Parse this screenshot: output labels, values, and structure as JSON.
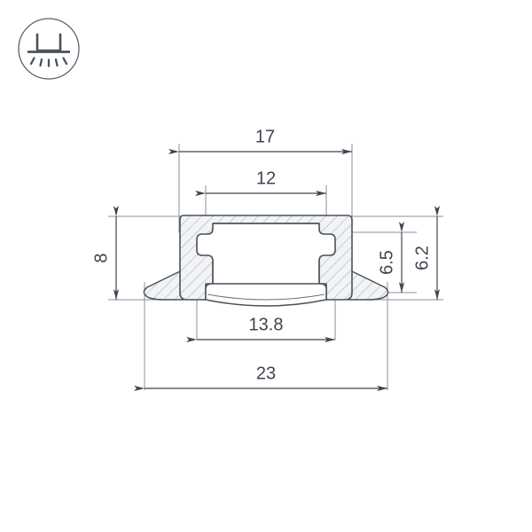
{
  "page": {
    "background_color": "#ffffff",
    "line_color": "#6b737d",
    "dark_line_color": "#3d4550",
    "hatch_color": "#9aa2ab",
    "fill_color": "#f2f3f4",
    "text_color": "#3d4550"
  },
  "icon": {
    "name": "recessed-light-icon",
    "description": "recessed mounting symbol: fixture box above ceiling line with downward light rays",
    "circle_color": "#5a626c"
  },
  "drawing": {
    "title": "LED aluminium profile cross-section",
    "units": "mm"
  },
  "dimensions": {
    "top_outer": {
      "label": "17",
      "orientation": "horizontal",
      "description": "outer body width"
    },
    "top_inner": {
      "label": "12",
      "orientation": "horizontal",
      "description": "inner cavity width"
    },
    "left_height": {
      "label": "8",
      "orientation": "vertical",
      "description": "total profile height"
    },
    "right_inner": {
      "label": "6.5",
      "orientation": "vertical",
      "description": "inner cavity depth"
    },
    "right_outer": {
      "label": "6.2",
      "orientation": "vertical",
      "description": "body depth above flange"
    },
    "bottom_inner": {
      "label": "13.8",
      "orientation": "horizontal",
      "description": "diffuser width"
    },
    "bottom_outer": {
      "label": "23",
      "orientation": "horizontal",
      "description": "overall flange width"
    }
  }
}
